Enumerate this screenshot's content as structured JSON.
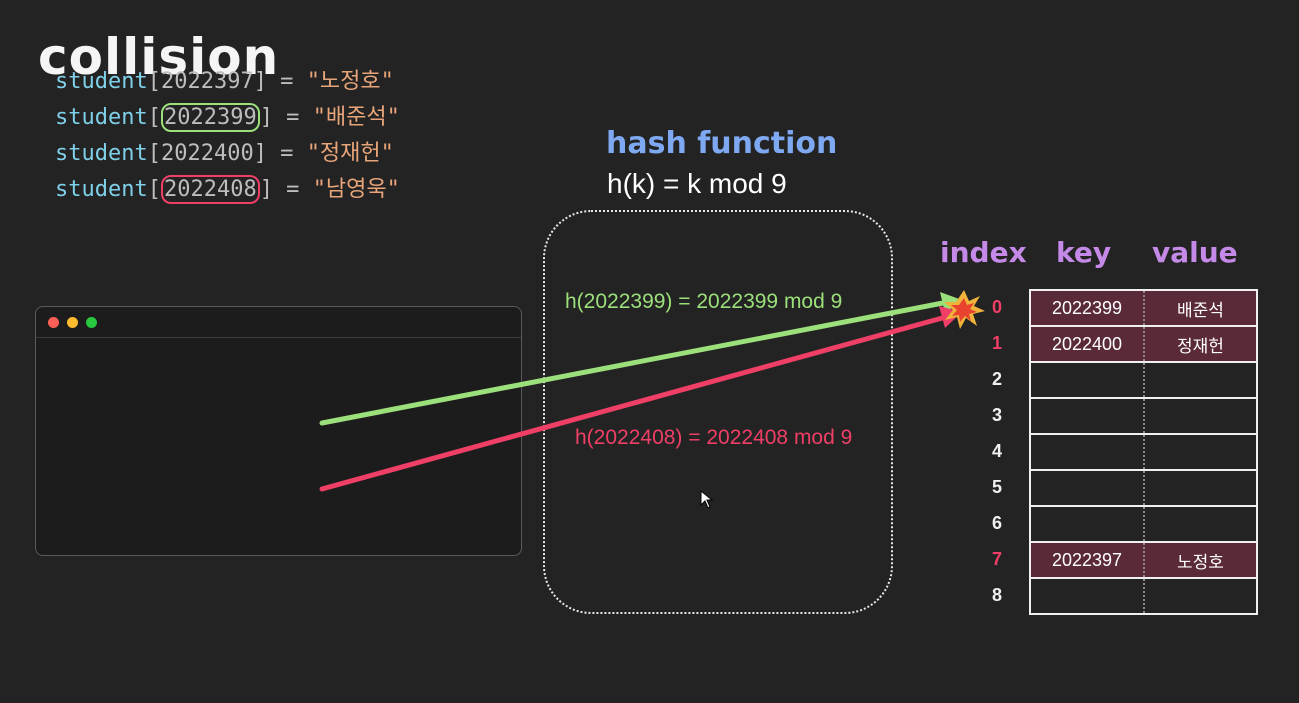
{
  "title": "collision",
  "hash": {
    "title": "hash function",
    "formula": "h(k) = k mod 9",
    "calc_green": "h(2022399) = 2022399 mod 9",
    "calc_red": "h(2022408) = 2022408 mod 9"
  },
  "code": {
    "keyword": "student",
    "lines": [
      {
        "key": "2022397",
        "value": "\"노정호\""
      },
      {
        "key": "2022399",
        "value": "\"배준석\""
      },
      {
        "key": "2022400",
        "value": "\"정재헌\""
      },
      {
        "key": "2022408",
        "value": "\"남영욱\""
      }
    ],
    "open_bracket": "[",
    "close_bracket": "]",
    "equals": " = "
  },
  "table": {
    "headers": {
      "index": "index",
      "key": "key",
      "value": "value"
    },
    "rows": [
      {
        "index": "0",
        "key": "2022399",
        "value": "배준석"
      },
      {
        "index": "1",
        "key": "2022400",
        "value": "정재헌"
      },
      {
        "index": "2",
        "key": "",
        "value": ""
      },
      {
        "index": "3",
        "key": "",
        "value": ""
      },
      {
        "index": "4",
        "key": "",
        "value": ""
      },
      {
        "index": "5",
        "key": "",
        "value": ""
      },
      {
        "index": "6",
        "key": "",
        "value": ""
      },
      {
        "index": "7",
        "key": "2022397",
        "value": "노정호"
      },
      {
        "index": "8",
        "key": "",
        "value": ""
      }
    ]
  },
  "colors": {
    "green": "#9be07a",
    "red": "#ef3f67",
    "filled_row": "#5a2a38",
    "hash_title": "#7ea9f2",
    "header": "#c58ae8"
  },
  "icons": {
    "collision": "explosion-icon",
    "cursor": "mouse-cursor-icon"
  }
}
